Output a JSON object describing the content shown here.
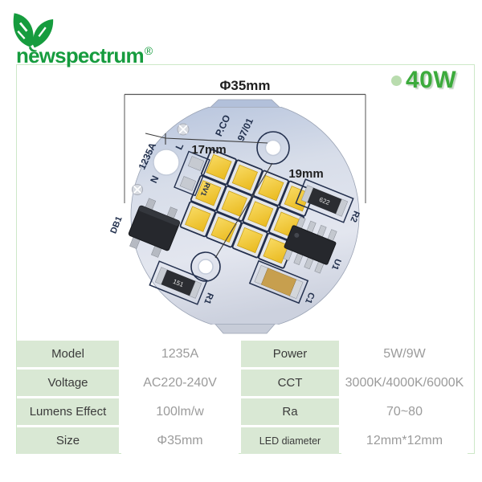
{
  "brand": {
    "name": "newspectrum",
    "registered": "®"
  },
  "badge": {
    "power_label": "40W"
  },
  "diagram": {
    "diameter_label": "Φ35mm",
    "hole_pitch_label": "17mm",
    "diagonal_label": "19mm",
    "silkscreen": {
      "model": "1235A",
      "live": "L",
      "neutral": "N",
      "print1": "P.CO",
      "print2": "97/01",
      "rv1": "RV1",
      "db1": "DB1",
      "r1": "R1",
      "r2": "R2",
      "c1": "C1",
      "u1": "U1",
      "r1_code": "151",
      "r2_code": "622"
    }
  },
  "table": {
    "rows": [
      [
        "Model",
        "1235A",
        "Power",
        "5W/9W"
      ],
      [
        "Voltage",
        "AC220-240V",
        "CCT",
        "3000K/4000K/6000K"
      ],
      [
        "Lumens Effect",
        "100lm/w",
        "Ra",
        "70~80"
      ],
      [
        "Size",
        "Φ35mm",
        "LED diameter",
        "12mm*12mm"
      ]
    ]
  },
  "colors": {
    "brand_green": "#169c3e",
    "badge_green": "#3cab3c",
    "frame_border": "#cde8c8",
    "table_label_bg": "#d9e8d4",
    "table_value_text": "#9b9b9b",
    "board_fill": "#d7dde9",
    "led_yellow": "#efc22a",
    "silkscreen_navy": "#22304d"
  }
}
